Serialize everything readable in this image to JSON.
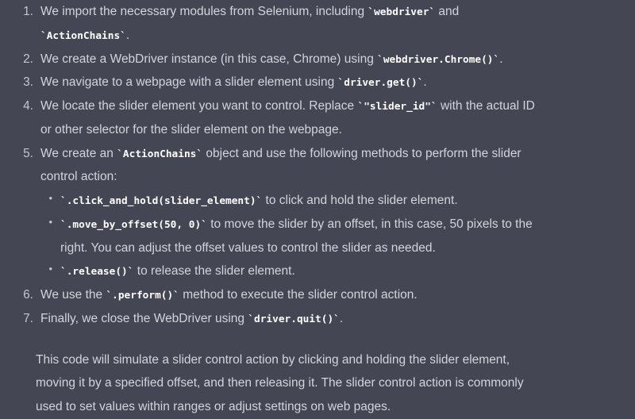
{
  "lines": [
    {
      "marker": "1.",
      "type": "num",
      "segs": [
        {
          "t": "We import the necessary modules from Selenium, including "
        },
        {
          "t": "`webdriver`",
          "code": true
        },
        {
          "t": " and"
        }
      ]
    },
    {
      "type": "cont",
      "segs": [
        {
          "t": "`ActionChains`",
          "code": true
        },
        {
          "t": "."
        }
      ]
    },
    {
      "marker": "2.",
      "type": "num",
      "segs": [
        {
          "t": "We create a WebDriver instance (in this case, Chrome) using "
        },
        {
          "t": "`webdriver.Chrome()`",
          "code": true
        },
        {
          "t": "."
        }
      ]
    },
    {
      "marker": "3.",
      "type": "num",
      "segs": [
        {
          "t": "We navigate to a webpage with a slider element using "
        },
        {
          "t": "`driver.get()`",
          "code": true
        },
        {
          "t": "."
        }
      ]
    },
    {
      "marker": "4.",
      "type": "num",
      "segs": [
        {
          "t": "We locate the slider element you want to control. Replace "
        },
        {
          "t": "`\"slider_id\"`",
          "code": true
        },
        {
          "t": " with the actual ID"
        }
      ]
    },
    {
      "type": "cont",
      "segs": [
        {
          "t": "or other selector for the slider element on the webpage."
        }
      ]
    },
    {
      "marker": "5.",
      "type": "num",
      "segs": [
        {
          "t": "We create an "
        },
        {
          "t": "`ActionChains`",
          "code": true
        },
        {
          "t": " object and use the following methods to perform the slider"
        }
      ]
    },
    {
      "type": "cont",
      "segs": [
        {
          "t": "control action:"
        }
      ]
    },
    {
      "marker": "•",
      "type": "bullet",
      "segs": [
        {
          "t": "`.click_and_hold(slider_element)`",
          "code": true
        },
        {
          "t": " to click and hold the slider element."
        }
      ]
    },
    {
      "marker": "•",
      "type": "bullet",
      "segs": [
        {
          "t": "`.move_by_offset(50, 0)`",
          "code": true
        },
        {
          "t": " to move the slider by an offset, in this case, 50 pixels to the"
        }
      ]
    },
    {
      "type": "bcont",
      "segs": [
        {
          "t": "right. You can adjust the offset values to control the slider as needed."
        }
      ]
    },
    {
      "marker": "•",
      "type": "bullet",
      "segs": [
        {
          "t": "`.release()`",
          "code": true
        },
        {
          "t": " to release the slider element."
        }
      ]
    },
    {
      "marker": "6.",
      "type": "num",
      "segs": [
        {
          "t": "We use the "
        },
        {
          "t": "`.perform()`",
          "code": true
        },
        {
          "t": " method to execute the slider control action."
        }
      ]
    },
    {
      "marker": "7.",
      "type": "num",
      "segs": [
        {
          "t": "Finally, we close the WebDriver using "
        },
        {
          "t": "`driver.quit()`",
          "code": true
        },
        {
          "t": "."
        }
      ]
    },
    {
      "type": "para",
      "segs": [
        {
          "t": "This code will simulate a slider control action by clicking and holding the slider element,"
        }
      ]
    },
    {
      "type": "para",
      "segs": [
        {
          "t": "moving it by a specified offset, and then releasing it. The slider control action is commonly"
        }
      ]
    },
    {
      "type": "para",
      "segs": [
        {
          "t": "used to set values within ranges or adjust settings on web pages."
        }
      ]
    }
  ]
}
